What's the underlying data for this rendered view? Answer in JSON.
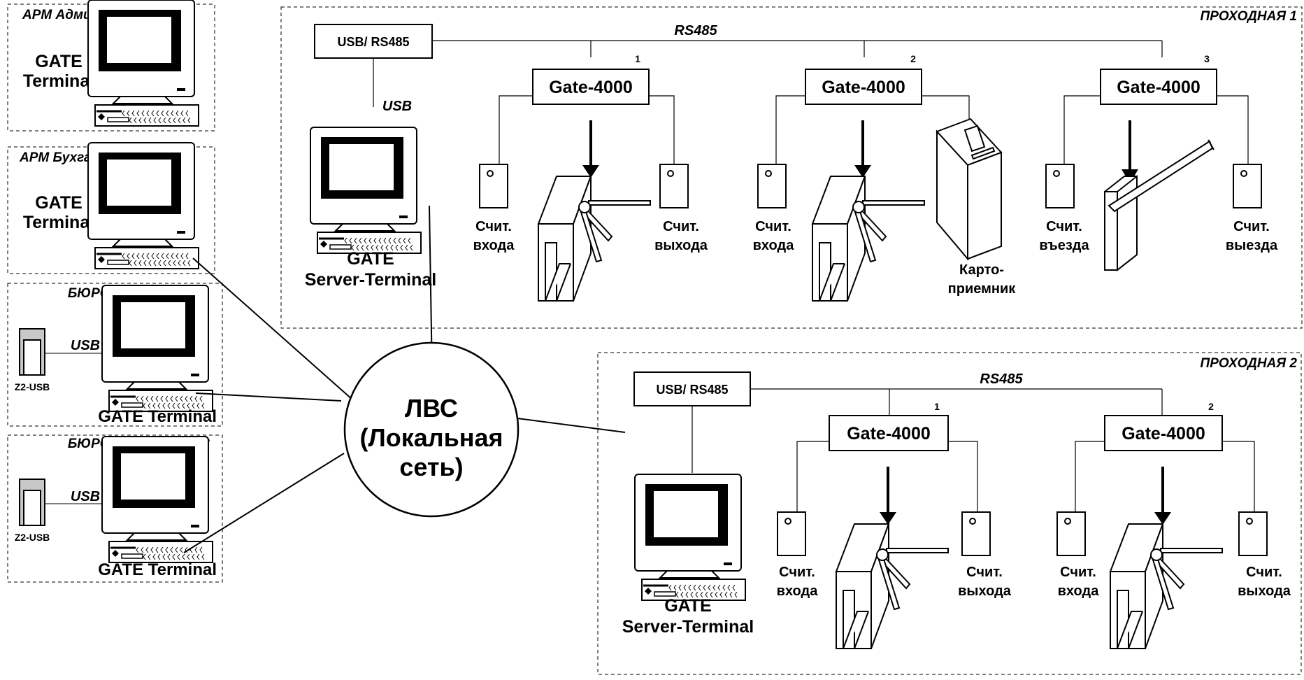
{
  "admin": {
    "title": "АРМ Администратора",
    "terminal": [
      "GATE",
      "Terminal"
    ]
  },
  "accounting": {
    "title": "АРМ Бухгалтерии",
    "terminal": [
      "GATE",
      "Terminal"
    ]
  },
  "bureau1": {
    "title": "БЮРО ПРОПУСКОВ 1",
    "usb": "USB",
    "device": "Z2-USB",
    "terminal": "GATE Terminal"
  },
  "bureau2": {
    "title": "БЮРО ПРОПУСКОВ 2",
    "usb": "USB",
    "device": "Z2-USB",
    "terminal": "GATE Terminal"
  },
  "lan": {
    "lines": [
      "ЛВС",
      "(Локальная",
      "сеть)"
    ]
  },
  "checkpoint1": {
    "title": "ПРОХОДНАЯ 1",
    "converter": "USB/ RS485",
    "bus": "RS485",
    "usb": "USB",
    "server": [
      "GATE",
      "Server-Terminal"
    ],
    "controllers": [
      {
        "num": "1",
        "label": "Gate-4000",
        "reader_in": [
          "Счит.",
          "входа"
        ],
        "reader_out": [
          "Счит.",
          "выхода"
        ]
      },
      {
        "num": "2",
        "label": "Gate-4000",
        "reader_in": [
          "Счит.",
          "входа"
        ],
        "collector": [
          "Карто-",
          "приемник"
        ]
      },
      {
        "num": "3",
        "label": "Gate-4000",
        "reader_in": [
          "Счит.",
          "въезда"
        ],
        "reader_out": [
          "Счит.",
          "выезда"
        ]
      }
    ]
  },
  "checkpoint2": {
    "title": "ПРОХОДНАЯ 2",
    "converter": "USB/ RS485",
    "bus": "RS485",
    "server": [
      "GATE",
      "Server-Terminal"
    ],
    "controllers": [
      {
        "num": "1",
        "label": "Gate-4000",
        "reader_in": [
          "Счит.",
          "входа"
        ],
        "reader_out": [
          "Счит.",
          "выхода"
        ]
      },
      {
        "num": "2",
        "label": "Gate-4000",
        "reader_in": [
          "Счит.",
          "входа"
        ],
        "reader_out": [
          "Счит.",
          "выхода"
        ]
      }
    ]
  }
}
